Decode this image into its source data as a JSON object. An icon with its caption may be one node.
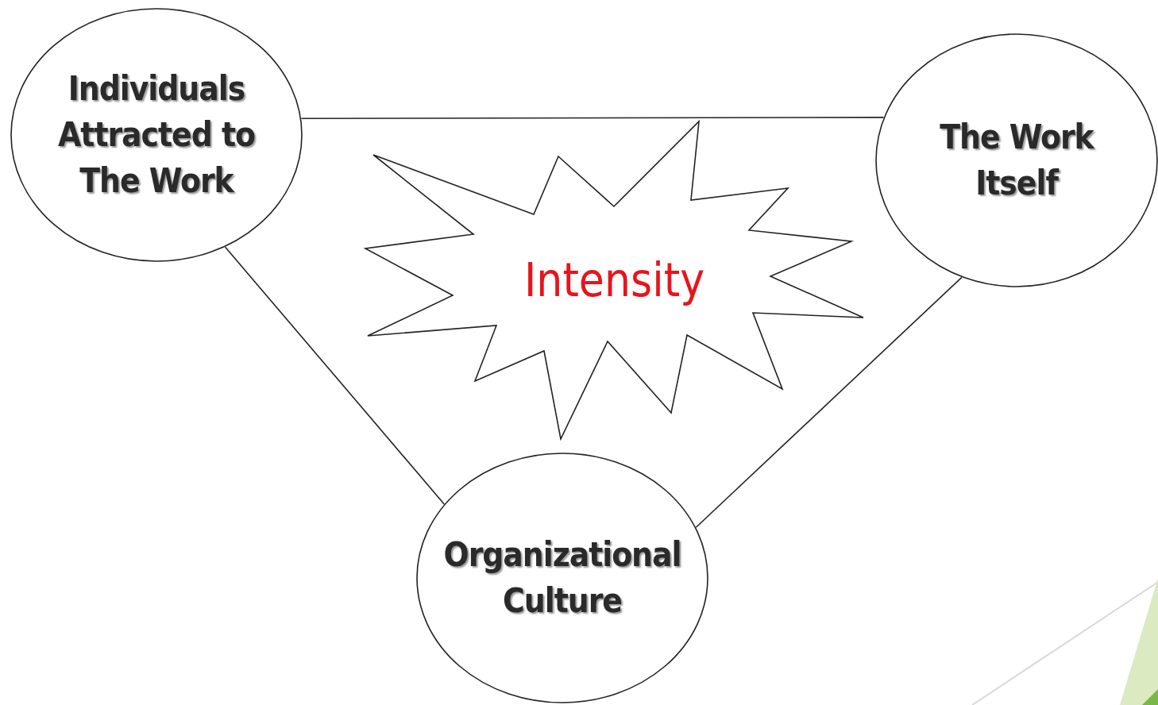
{
  "diagram": {
    "nodes": [
      {
        "text": [
          "Individuals Attracted to The Work"
        ]
      },
      {
        "text": [
          "The Work Itself"
        ]
      },
      {
        "text": [
          "Organizational Culture"
        ]
      },
      {
        "text": [
          "Intensity"
        ]
      }
    ],
    "edges": [
      {
        "from": 0,
        "to": 1,
        "arrow": "none"
      },
      {
        "from": 0,
        "to": 2,
        "arrow": "none"
      },
      {
        "from": 1,
        "to": 2,
        "arrow": "none"
      }
    ]
  }
}
